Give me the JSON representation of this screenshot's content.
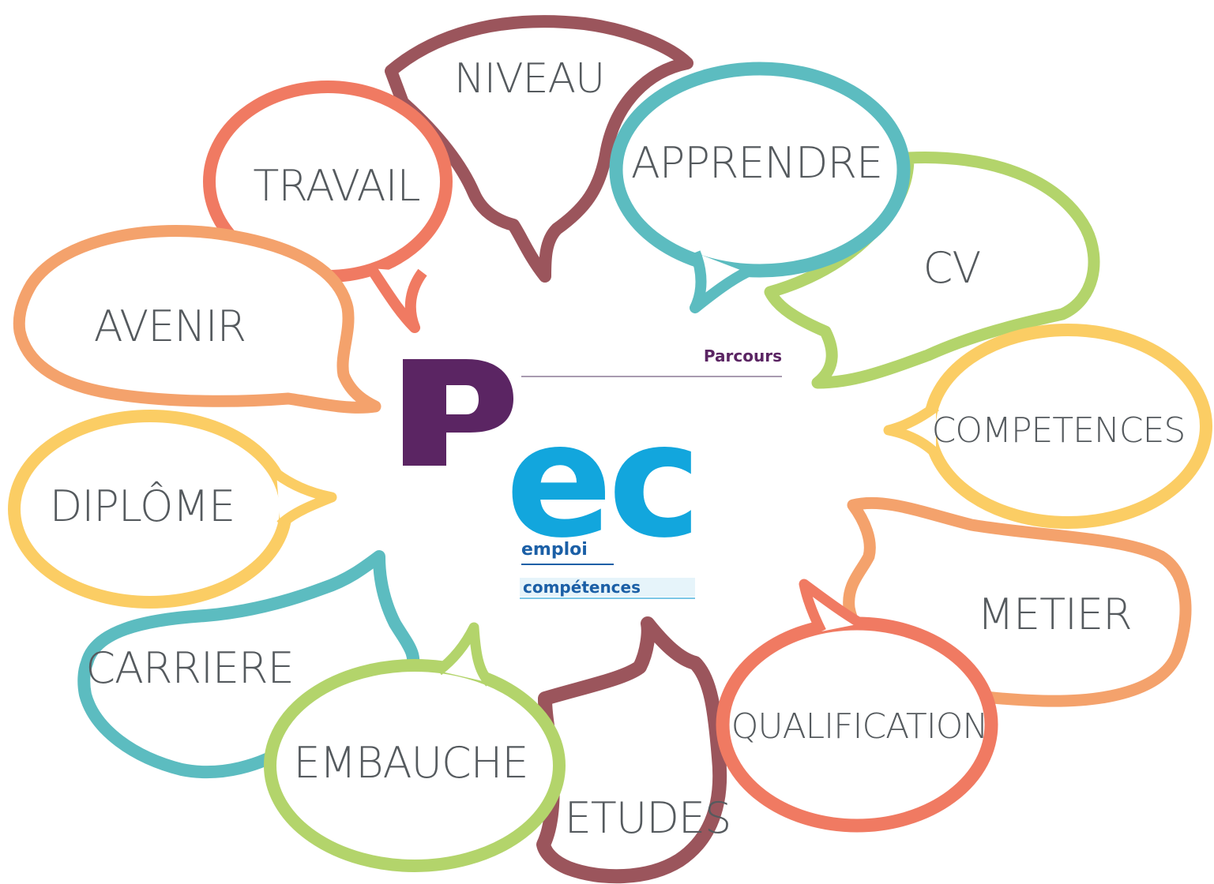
{
  "logo": {
    "letter_p": "P",
    "letters_ec": "ec",
    "top_word": "Parcours",
    "word_emploi": "emploi",
    "word_competences": "compétences",
    "color_purple": "#5b2563",
    "color_blue": "#12a6dd",
    "color_dark_blue": "#1b5fa6"
  },
  "bubbles": {
    "niveau": {
      "label": "NIVEAU",
      "color": "#9b555c"
    },
    "travail": {
      "label": "TRAVAIL",
      "color": "#f07a62"
    },
    "apprendre": {
      "label": "APPRENDRE",
      "color": "#5cbcc0"
    },
    "cv": {
      "label": "CV",
      "color": "#b3d46b"
    },
    "avenir": {
      "label": "AVENIR",
      "color": "#f4a26c"
    },
    "competences": {
      "label": "COMPETENCES",
      "color": "#fbcd64"
    },
    "diplome": {
      "label": "DIPLÔME",
      "color": "#fbcd64"
    },
    "metier": {
      "label": "METIER",
      "color": "#f4a26c"
    },
    "carriere": {
      "label": "CARRIERE",
      "color": "#5cbcc0"
    },
    "qualification": {
      "label": "QUALIFICATION",
      "color": "#f07a62"
    },
    "embauche": {
      "label": "EMBAUCHE",
      "color": "#b3d46b"
    },
    "etudes": {
      "label": "ETUDES",
      "color": "#9b555c"
    }
  }
}
